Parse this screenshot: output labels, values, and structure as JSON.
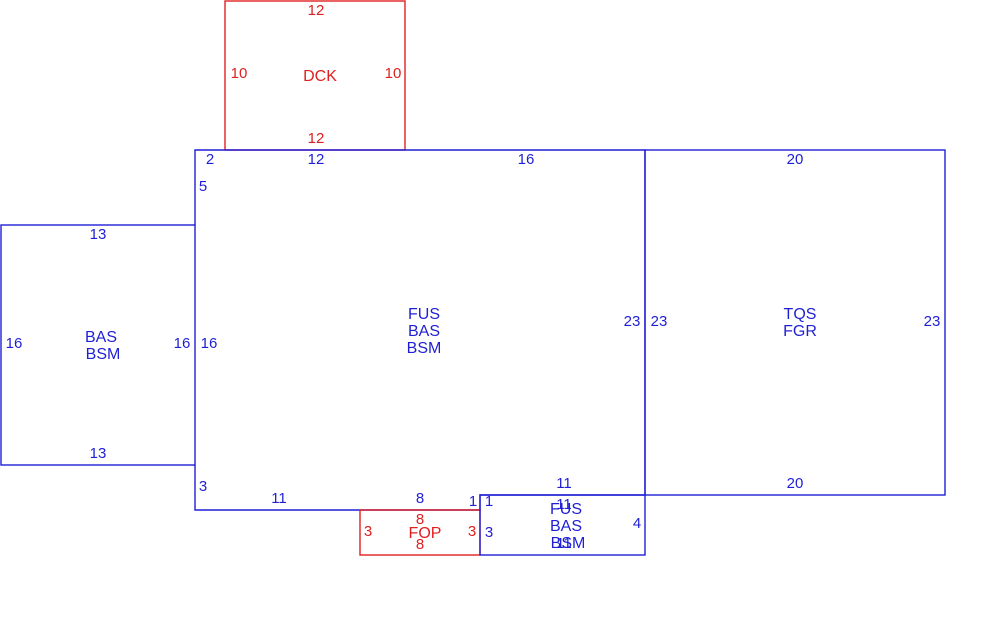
{
  "colors": {
    "primary": "#1f1fd6",
    "accent": "#e02020",
    "background": "#ffffff"
  },
  "areas": {
    "dck": {
      "code": "DCK",
      "dims": {
        "top": "12",
        "bottom": "12",
        "left": "10",
        "right": "10"
      }
    },
    "main": {
      "codes": [
        "FUS",
        "BAS",
        "BSM"
      ],
      "dims": {
        "top_a": "12",
        "top_b": "16",
        "corner_2": "2",
        "offset_5": "5",
        "left": "16",
        "right": "23",
        "bottom_left": "3",
        "bottom_11": "11",
        "bottom_8": "8",
        "bottom_1": "1",
        "lower_11": "11"
      }
    },
    "left_wing": {
      "codes": [
        "BAS",
        "BSM"
      ],
      "dims": {
        "top": "13",
        "bottom": "13",
        "left": "16",
        "right": "16"
      }
    },
    "garage": {
      "codes": [
        "TQS",
        "FGR"
      ],
      "dims": {
        "top": "20",
        "bottom": "20",
        "left": "23",
        "right": "23"
      }
    },
    "porch": {
      "code": "FOP",
      "dims": {
        "top": "8",
        "bottom": "8",
        "left": "3",
        "right": "3"
      }
    },
    "small_bay": {
      "codes": [
        "FUS",
        "BAS",
        "BSM"
      ],
      "dims": {
        "top": "11",
        "bottom": "11",
        "left": "3",
        "right": "4",
        "corner_1": "1"
      }
    }
  }
}
